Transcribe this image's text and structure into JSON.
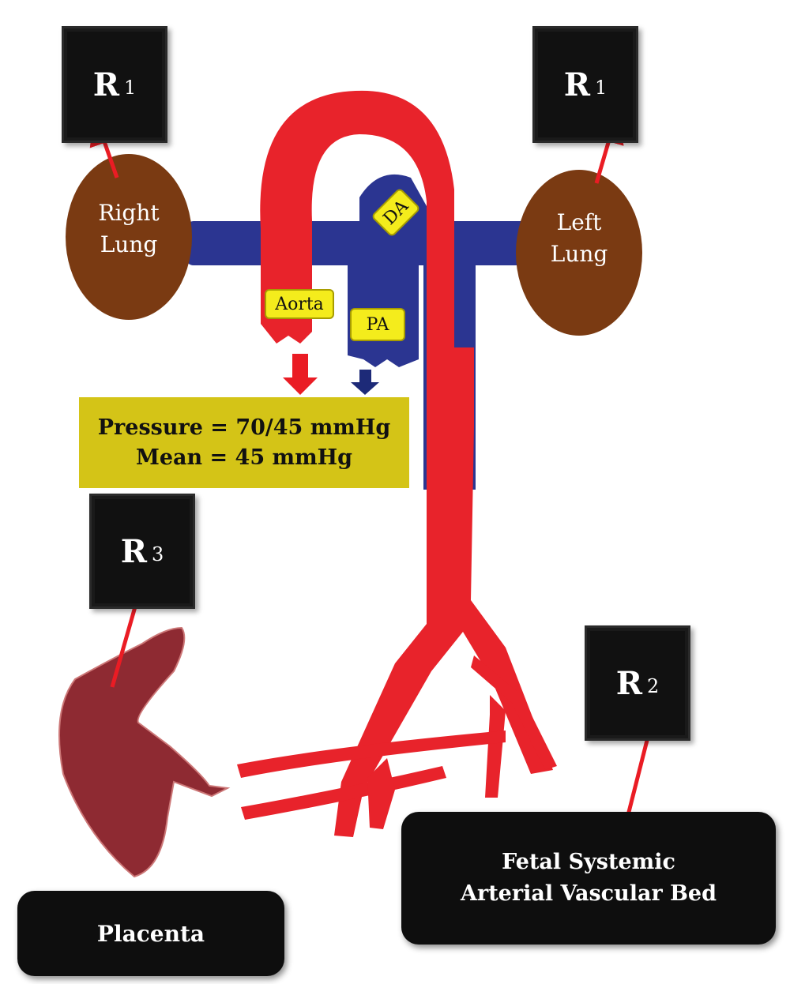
{
  "r_boxes": {
    "right_lung_r": {
      "main": "R",
      "sub": "1"
    },
    "left_lung_r": {
      "main": "R",
      "sub": "1"
    },
    "systemic_r": {
      "main": "R",
      "sub": "2"
    },
    "placenta_r": {
      "main": "R",
      "sub": "3"
    }
  },
  "lungs": {
    "right": [
      "Right",
      "Lung"
    ],
    "left": [
      "Left",
      "Lung"
    ]
  },
  "vessel_labels": {
    "aorta": "Aorta",
    "pa": "PA",
    "da": "DA"
  },
  "pressure": {
    "line1": "Pressure = 70/45 mmHg",
    "line2": "Mean = 45 mmHg"
  },
  "boxes": {
    "placenta": "Placenta",
    "systemic": [
      "Fetal Systemic",
      "Arterial Vascular Bed"
    ]
  },
  "colors": {
    "aorta_red": "#e8232b",
    "pa_blue": "#2b3591",
    "lung_brown": "#7a3a12",
    "placenta": "#8e2a32",
    "highlight_yellow": "#f4ec1c",
    "pressure_box": "#d4c417",
    "arrow_red": "#ea1c24"
  }
}
